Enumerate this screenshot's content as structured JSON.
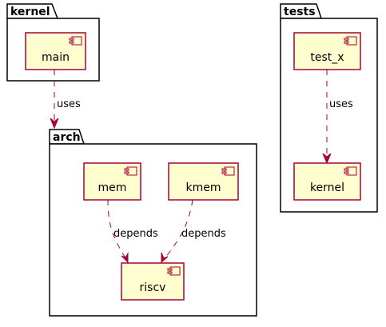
{
  "colors": {
    "component_fill": "#FEFECE",
    "component_border": "#A80036",
    "arrow": "#A80036",
    "package_border": "#000000"
  },
  "packages": [
    {
      "id": "kernel",
      "label": "kernel"
    },
    {
      "id": "arch",
      "label": "arch"
    },
    {
      "id": "tests",
      "label": "tests"
    }
  ],
  "components": [
    {
      "id": "main",
      "label": "main",
      "package": "kernel"
    },
    {
      "id": "mem",
      "label": "mem",
      "package": "arch"
    },
    {
      "id": "kmem",
      "label": "kmem",
      "package": "arch"
    },
    {
      "id": "riscv",
      "label": "riscv",
      "package": "arch"
    },
    {
      "id": "test_x",
      "label": "test_x",
      "package": "tests"
    },
    {
      "id": "kernel_comp",
      "label": "kernel",
      "package": "tests"
    }
  ],
  "edges": [
    {
      "from": "main",
      "to": "arch",
      "label": "uses"
    },
    {
      "from": "mem",
      "to": "riscv",
      "label": "depends"
    },
    {
      "from": "kmem",
      "to": "riscv",
      "label": "depends"
    },
    {
      "from": "test_x",
      "to": "kernel_comp",
      "label": "uses"
    }
  ]
}
